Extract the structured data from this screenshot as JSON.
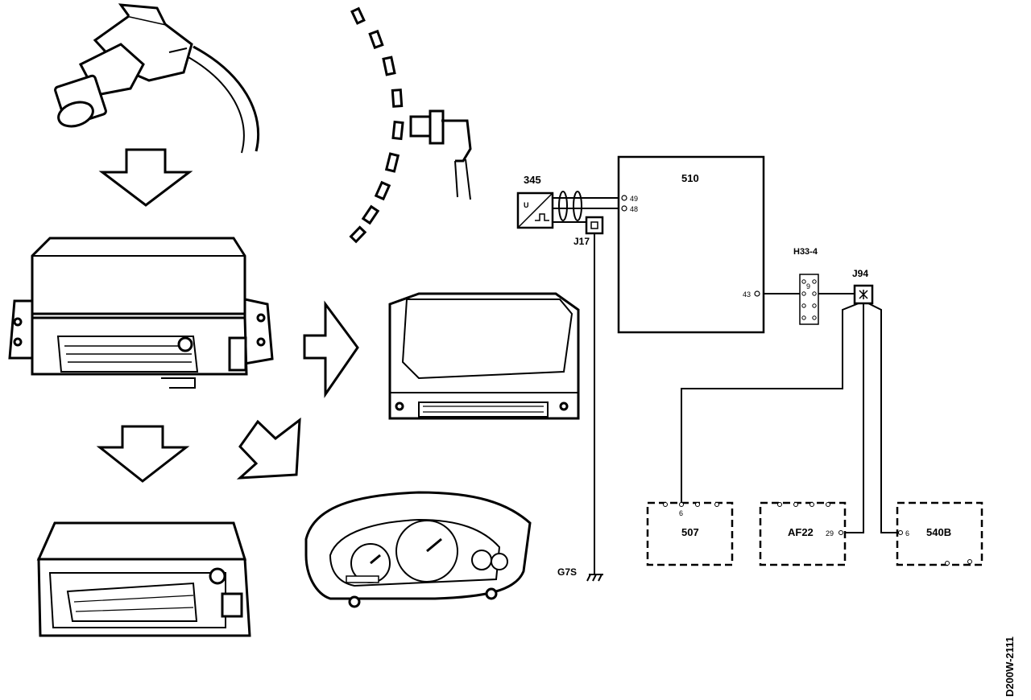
{
  "wiring": {
    "sensor_unit": "345",
    "ecu": "510",
    "ecu_pin_a": "49",
    "ecu_pin_b": "48",
    "ecu_pin_out": "43",
    "junction_1": "J17",
    "ground": "G7S",
    "connector": "H33-4",
    "connector_pin": "9",
    "junction_2": "J94",
    "module_1": "507",
    "module_1_pin": "6",
    "module_2": "AF22",
    "module_2_pin": "29",
    "module_3": "540B",
    "module_3_pin": "6"
  },
  "figure_code": "D200W-2111"
}
